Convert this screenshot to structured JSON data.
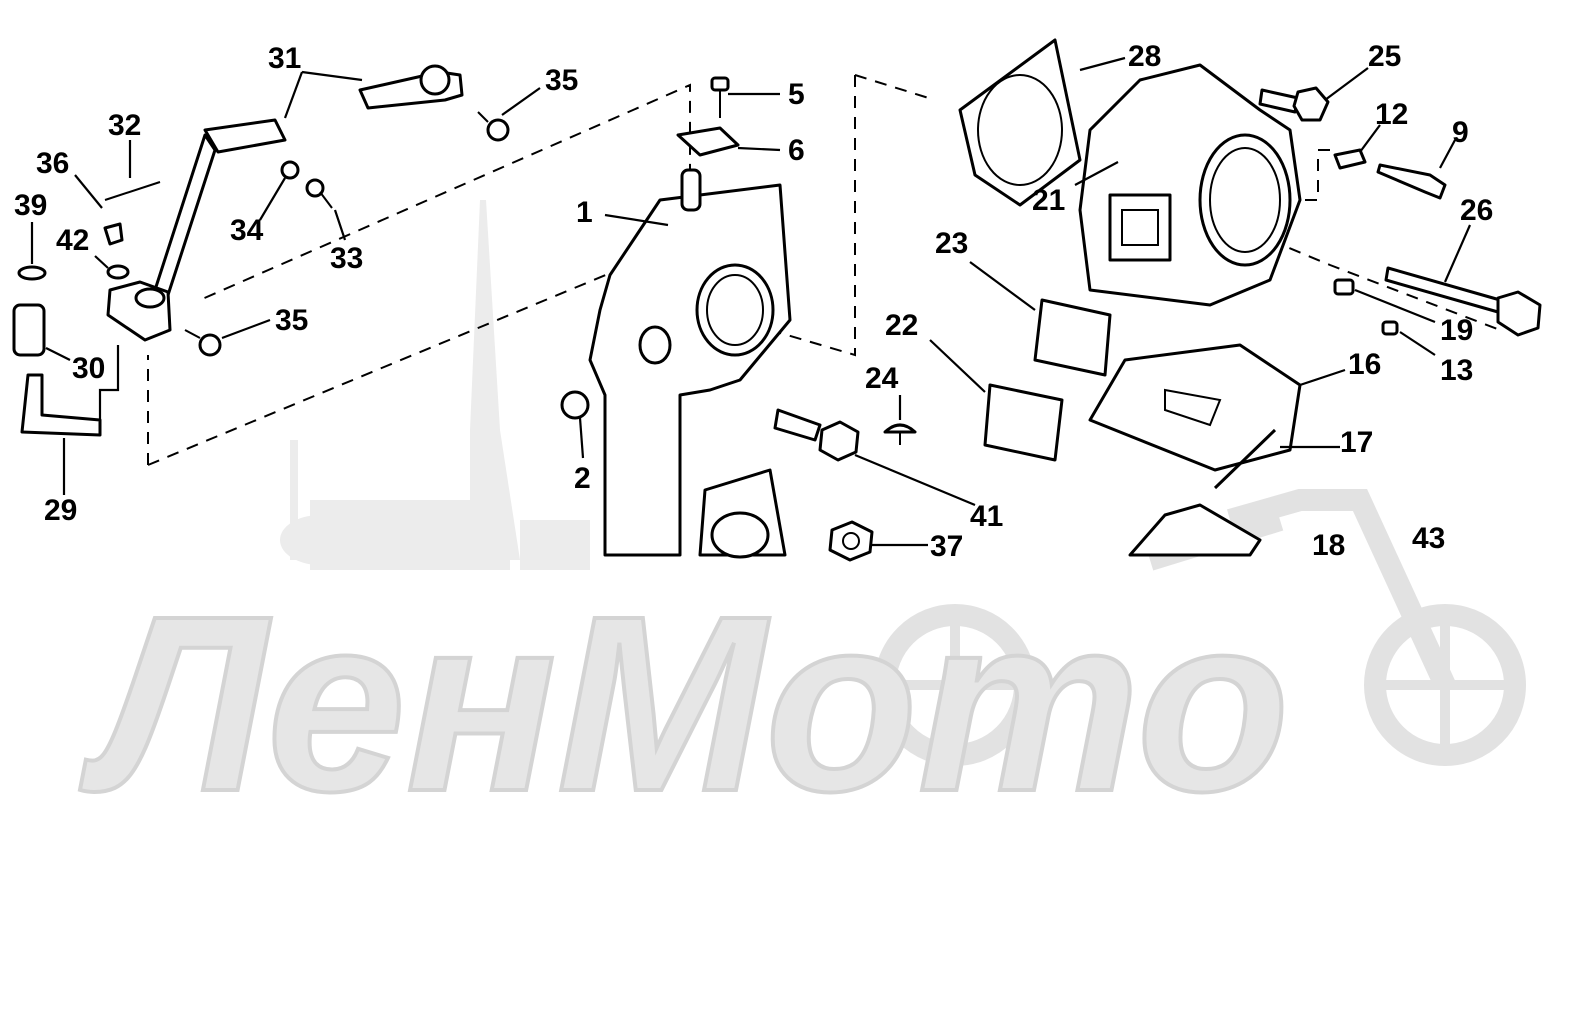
{
  "watermark": {
    "text": "ЛенМото",
    "color": "#e0e0e0"
  },
  "labels": {
    "n1": "1",
    "n2": "2",
    "n5": "5",
    "n6": "6",
    "n9": "9",
    "n12": "12",
    "n13": "13",
    "n16": "16",
    "n17": "17",
    "n18": "18",
    "n19": "19",
    "n21": "21",
    "n22": "22",
    "n23": "23",
    "n24": "24",
    "n25": "25",
    "n26": "26",
    "n28": "28",
    "n29": "29",
    "n30": "30",
    "n31": "31",
    "n32": "32",
    "n33": "33",
    "n34": "34",
    "n35a": "35",
    "n35b": "35",
    "n36": "36",
    "n37": "37",
    "n39": "39",
    "n41": "41",
    "n42": "42",
    "n43": "43"
  },
  "colors": {
    "ink": "#000000",
    "paper": "#ffffff",
    "watermark": "#e0e0e0"
  }
}
